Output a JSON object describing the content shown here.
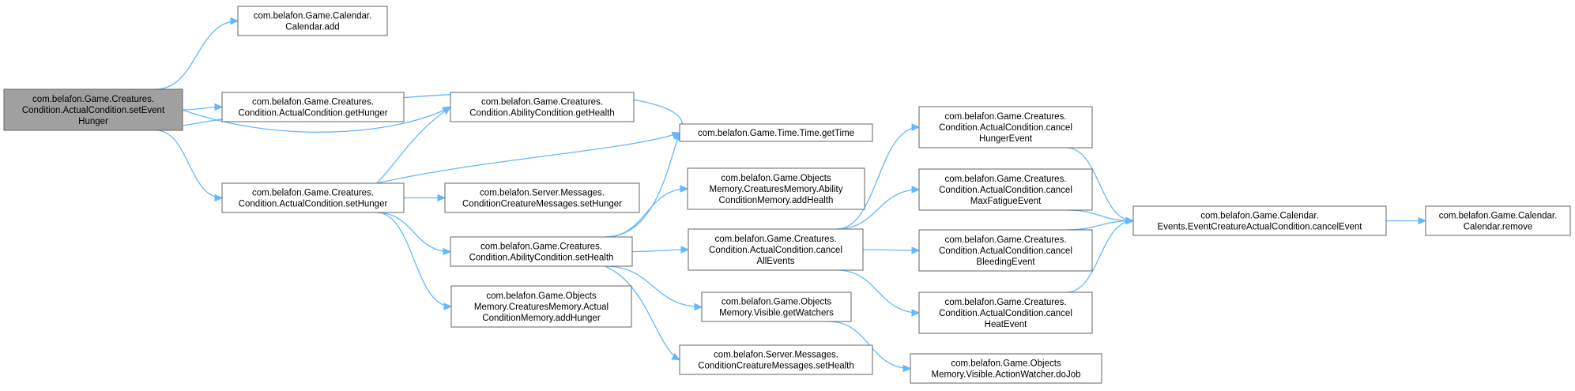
{
  "colors": {
    "edge": "#63b8ff",
    "node_border": "#666666",
    "root_fill": "#a0a0a0",
    "node_fill": "#ffffff"
  },
  "nodes": {
    "root": [
      "com.belafon.Game.Creatures.",
      "Condition.ActualCondition.setEvent",
      "Hunger"
    ],
    "cal_add": [
      "com.belafon.Game.Calendar.",
      "Calendar.add"
    ],
    "get_hunger": [
      "com.belafon.Game.Creatures.",
      "Condition.ActualCondition.getHunger"
    ],
    "get_health": [
      "com.belafon.Game.Creatures.",
      "Condition.AbilityCondition.getHealth"
    ],
    "set_hunger": [
      "com.belafon.Game.Creatures.",
      "Condition.ActualCondition.setHunger"
    ],
    "get_time": [
      "com.belafon.Game.Time.Time.getTime"
    ],
    "msg_set_hunger": [
      "com.belafon.Server.Messages.",
      "ConditionCreatureMessages.setHunger"
    ],
    "set_health": [
      "com.belafon.Game.Creatures.",
      "Condition.AbilityCondition.setHealth"
    ],
    "add_hunger": [
      "com.belafon.Game.Objects",
      "Memory.CreaturesMemory.Actual",
      "ConditionMemory.addHunger"
    ],
    "add_health": [
      "com.belafon.Game.Objects",
      "Memory.CreaturesMemory.Ability",
      "ConditionMemory.addHealth"
    ],
    "cancel_all": [
      "com.belafon.Game.Creatures.",
      "Condition.ActualCondition.cancel",
      "AllEvents"
    ],
    "get_watchers": [
      "com.belafon.Game.Objects",
      "Memory.Visible.getWatchers"
    ],
    "msg_set_health": [
      "com.belafon.Server.Messages.",
      "ConditionCreatureMessages.setHealth"
    ],
    "cancel_hunger": [
      "com.belafon.Game.Creatures.",
      "Condition.ActualCondition.cancel",
      "HungerEvent"
    ],
    "cancel_fatigue": [
      "com.belafon.Game.Creatures.",
      "Condition.ActualCondition.cancel",
      "MaxFatigueEvent"
    ],
    "cancel_bleeding": [
      "com.belafon.Game.Creatures.",
      "Condition.ActualCondition.cancel",
      "BleedingEvent"
    ],
    "cancel_heat": [
      "com.belafon.Game.Creatures.",
      "Condition.ActualCondition.cancel",
      "HeatEvent"
    ],
    "do_job": [
      "com.belafon.Game.Objects",
      "Memory.Visible.ActionWatcher.doJob"
    ],
    "cancel_event": [
      "com.belafon.Game.Calendar.",
      "Events.EventCreatureActualCondition.cancelEvent"
    ],
    "cal_remove": [
      "com.belafon.Game.Calendar.",
      "Calendar.remove"
    ]
  },
  "edges": [
    [
      "root",
      "cal_add"
    ],
    [
      "root",
      "get_time"
    ],
    [
      "root",
      "get_hunger"
    ],
    [
      "root",
      "get_health"
    ],
    [
      "root",
      "set_hunger"
    ],
    [
      "set_hunger",
      "get_health"
    ],
    [
      "set_hunger",
      "get_time"
    ],
    [
      "set_hunger",
      "msg_set_hunger"
    ],
    [
      "set_hunger",
      "set_health"
    ],
    [
      "set_hunger",
      "add_hunger"
    ],
    [
      "set_health",
      "get_time"
    ],
    [
      "set_health",
      "add_health"
    ],
    [
      "set_health",
      "cancel_all"
    ],
    [
      "set_health",
      "get_watchers"
    ],
    [
      "set_health",
      "msg_set_health"
    ],
    [
      "cancel_all",
      "cancel_hunger"
    ],
    [
      "cancel_all",
      "cancel_fatigue"
    ],
    [
      "cancel_all",
      "cancel_bleeding"
    ],
    [
      "cancel_all",
      "cancel_heat"
    ],
    [
      "get_watchers",
      "do_job"
    ],
    [
      "cancel_hunger",
      "cancel_event"
    ],
    [
      "cancel_fatigue",
      "cancel_event"
    ],
    [
      "cancel_bleeding",
      "cancel_event"
    ],
    [
      "cancel_heat",
      "cancel_event"
    ],
    [
      "cancel_event",
      "cal_remove"
    ]
  ]
}
